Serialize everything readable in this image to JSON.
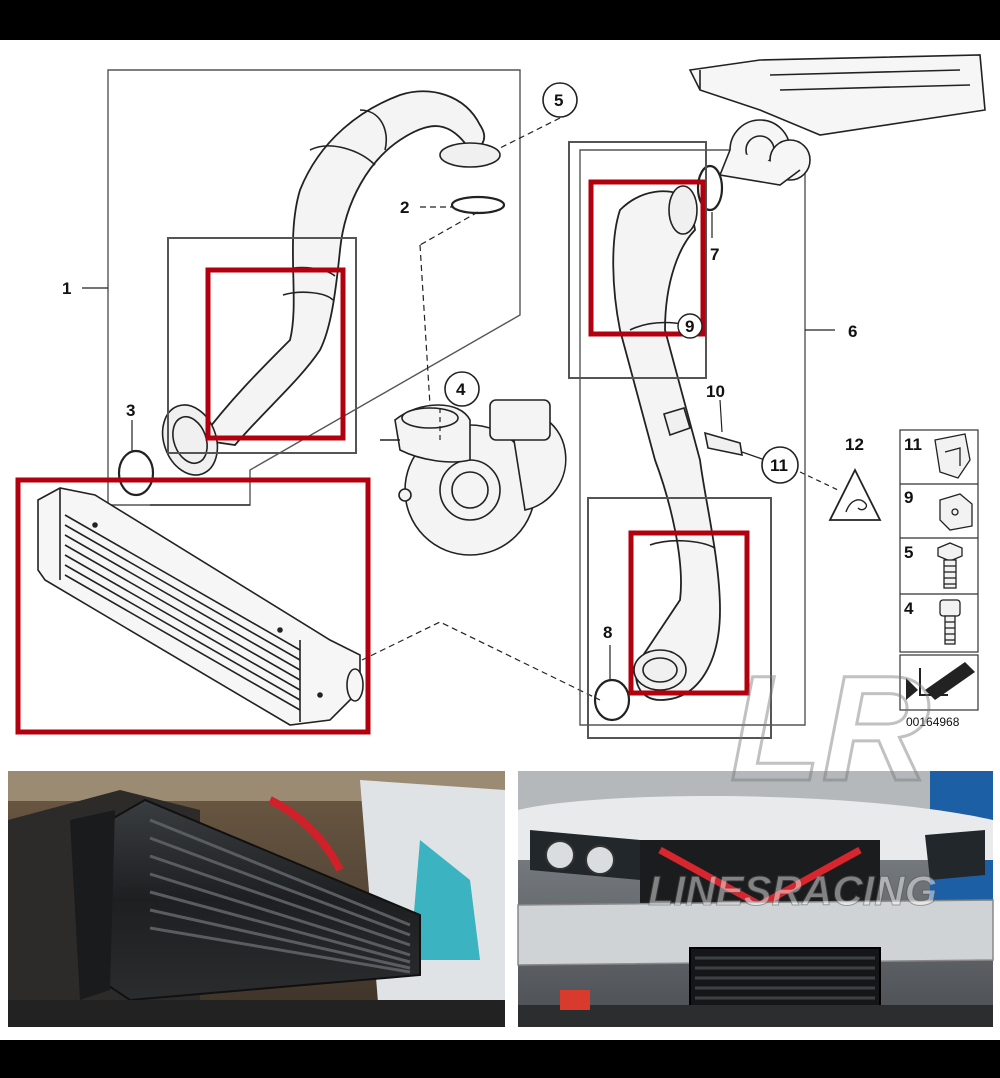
{
  "diagram": {
    "part_labels": {
      "1": "1",
      "2": "2",
      "3": "3",
      "4": "4",
      "5": "5",
      "6": "6",
      "7": "7",
      "8": "8",
      "9": "9",
      "10": "10",
      "11": "11",
      "12": "12"
    },
    "legend": [
      {
        "num": "11",
        "icon": "clip-bracket-icon"
      },
      {
        "num": "9",
        "icon": "clip-nut-icon"
      },
      {
        "num": "5",
        "icon": "hex-bolt-icon"
      },
      {
        "num": "4",
        "icon": "socket-bolt-icon"
      }
    ],
    "part_code": "00164968",
    "watermark": "LINESRACING",
    "watermark_mark": "LR",
    "highlight_color": "#b3000f",
    "frame_color": "#555555"
  },
  "photos": {
    "left": {
      "subject": "intercooler-closeup"
    },
    "right": {
      "subject": "car-front-installed"
    }
  }
}
